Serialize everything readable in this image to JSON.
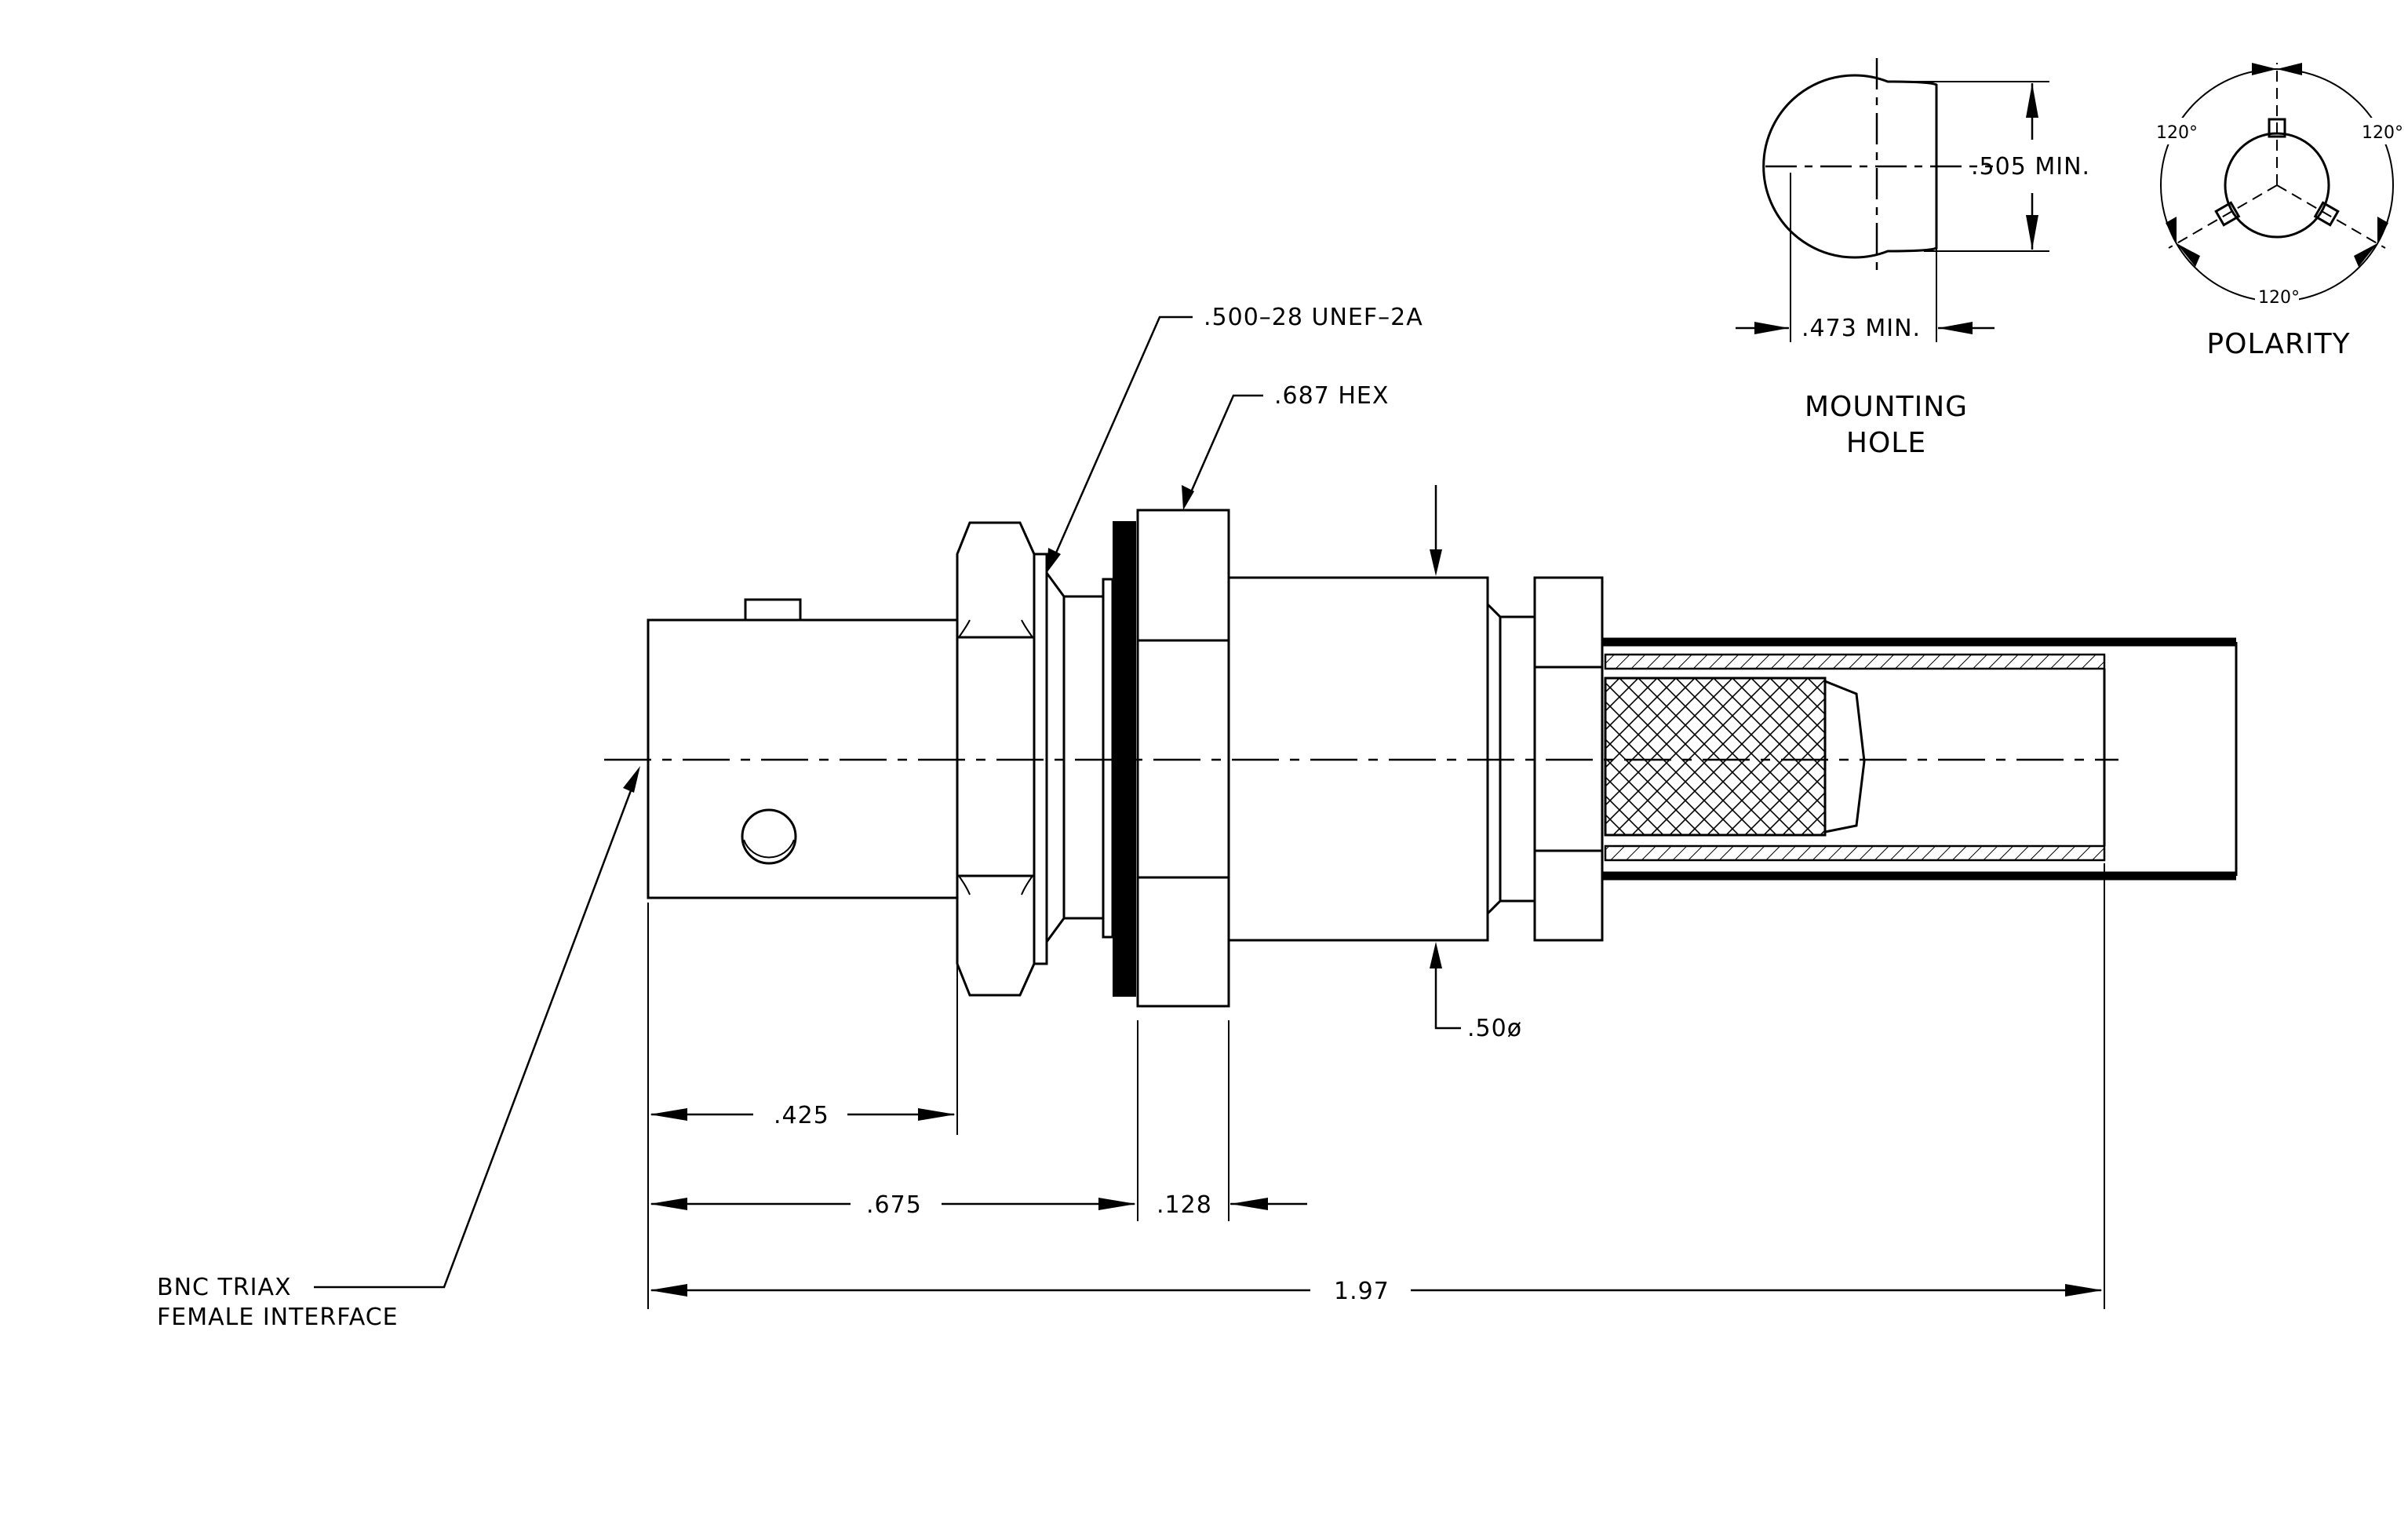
{
  "labels": {
    "thread": ".500–28  UNEF–2A",
    "hex": ".687  HEX",
    "diameter": ".50ø",
    "interface_line1": "BNC  TRIAX",
    "interface_line2": "FEMALE  INTERFACE",
    "mounting_hole_line1": "MOUNTING",
    "mounting_hole_line2": "HOLE",
    "hole_height": ".505  MIN.",
    "hole_width": ".473  MIN.",
    "polarity": "POLARITY",
    "angle_top_left": "120°",
    "angle_top_right": "120°",
    "angle_bottom": "120°"
  },
  "dimensions": {
    "d425": ".425",
    "d675": ".675",
    "d128": ".128",
    "d197": "1.97"
  }
}
